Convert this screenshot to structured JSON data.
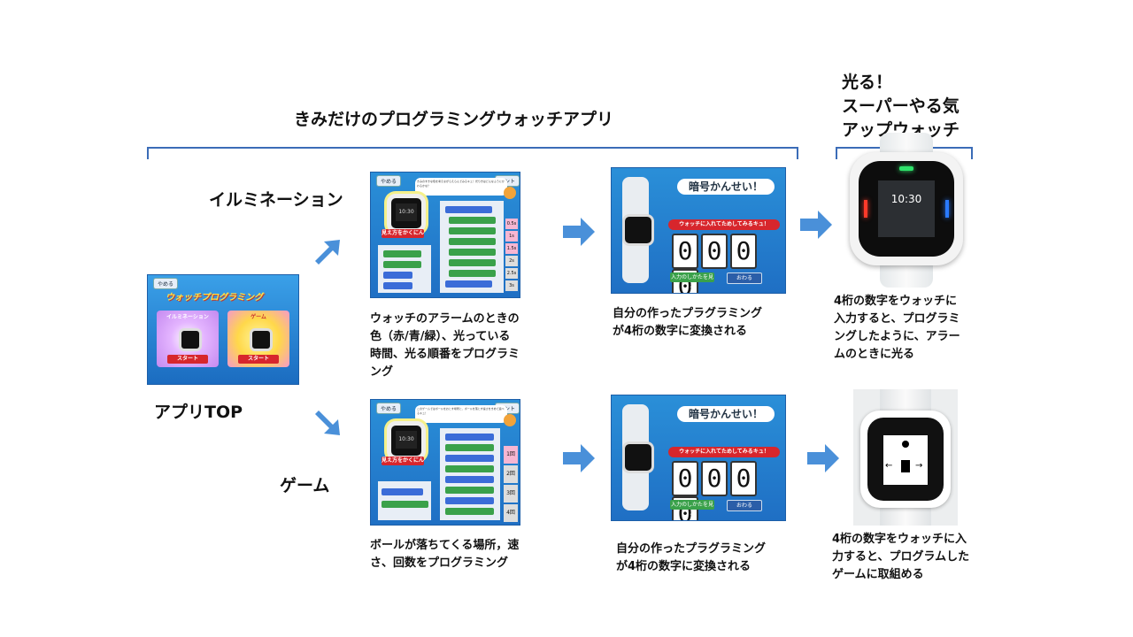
{
  "title": "きみだけのプログラミングウォッチアプリ",
  "right_title": [
    "光る！",
    "スーパーやる気",
    "アップウォッチ"
  ],
  "labels": {
    "illumination": "イルミネーション",
    "game": "ゲーム",
    "app_top": "アプリTOP"
  },
  "captions": {
    "illum_program": [
      "ウォッチのアラームのときの",
      "色（赤/青/緑）、光っている",
      "時間、光る順番をプログラミ",
      "ング"
    ],
    "illum_convert": [
      "自分の作ったプラグラミング",
      "が4桁の数字に変換される"
    ],
    "illum_result": [
      "4桁の数字をウォッチに",
      "入力すると、プログラミ",
      "ングしたように、アラー",
      "ムのときに光る"
    ],
    "game_program": [
      "ボールが落ちてくる場所，速",
      "さ、回数をプログラミング"
    ],
    "game_convert": [
      "自分の作ったプラグラミング",
      "が4桁の数字に変換される"
    ],
    "game_result": [
      "4桁の数字をウォッチに入",
      "力すると、プログラムした",
      "ゲームに取組める"
    ]
  },
  "screens": {
    "top": {
      "logo": "ウォッチプログラミング",
      "illum_label": "イルミネーション",
      "game_label": "ゲーム",
      "start": "スタート",
      "quit": "やめる"
    },
    "editor": {
      "quit": "やめる",
      "hint": "ヒント",
      "watch_time": "10:30",
      "view_btn": "見え方をかくにん",
      "illum_bubble": "きみのすきな色を考えながらえらんでみるキュ！光り方はどんなふうにかわるかな？",
      "game_bubble": "このゲームではボールをおとす場所と、ボールを落とす速さをきめて遊べるキュ！",
      "times": [
        "0.5s",
        "1s",
        "1.5s",
        "2s",
        "2.5s",
        "3s"
      ],
      "counts": [
        "1回",
        "2回",
        "3回",
        "4回"
      ]
    },
    "code": {
      "header": "暗号かんせい！",
      "sub": "ウォッチに入れてためしてみるキュ！",
      "digits": [
        "0",
        "0",
        "0",
        "0"
      ],
      "how_btn": "入力のしかたを見る",
      "quit_btn": "おわる"
    },
    "watch_time": "10:30"
  },
  "colors": {
    "brace": "#3b6cb7",
    "arrow": "#4a90d9",
    "screen_bg": "#2a8fd8",
    "red_btn": "#d7262c"
  }
}
